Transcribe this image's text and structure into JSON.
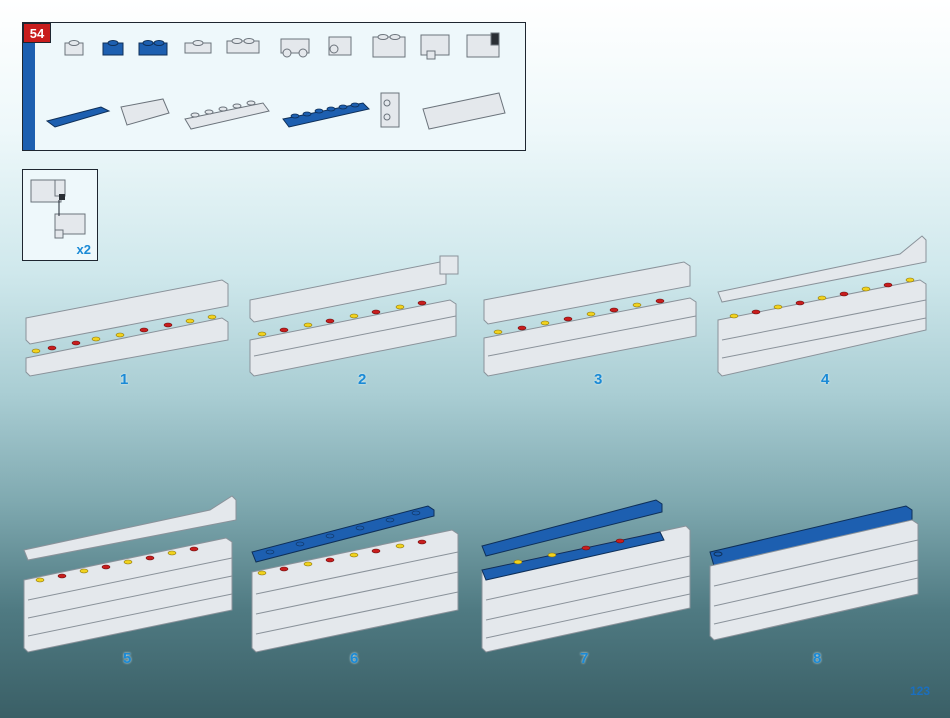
{
  "page": {
    "step_number": "54",
    "page_number": "123"
  },
  "subassembly": {
    "multiplier": "x2"
  },
  "steps": [
    {
      "label": "1"
    },
    {
      "label": "2"
    },
    {
      "label": "3"
    },
    {
      "label": "4"
    },
    {
      "label": "5"
    },
    {
      "label": "6"
    },
    {
      "label": "7"
    },
    {
      "label": "8"
    }
  ],
  "colors": {
    "brick_white": "#e4e8ec",
    "brick_shadow": "#b9c0c7",
    "brick_blue": "#1d5fb0",
    "stud_red": "#c81d1d",
    "stud_yellow": "#f1d21e",
    "label_blue": "#1a8ad6"
  }
}
